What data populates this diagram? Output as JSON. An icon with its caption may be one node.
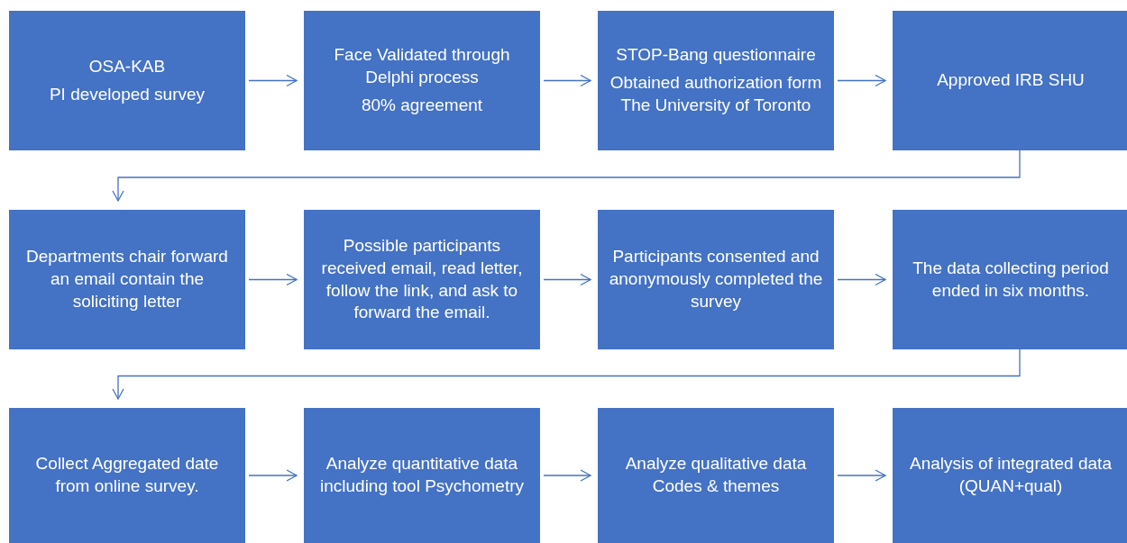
{
  "diagram": {
    "nodes": [
      {
        "text": [
          "OSA-KAB",
          "PI developed  survey"
        ]
      },
      {
        "text": [
          "Face Validated through Delphi process",
          "80% agreement"
        ]
      },
      {
        "text": [
          "STOP-Bang questionnaire",
          "Obtained authorization form The University of Toronto"
        ]
      },
      {
        "text": [
          "Approved IRB SHU"
        ]
      },
      {
        "text": [
          "Departments chair forward an email contain the soliciting letter"
        ]
      },
      {
        "text": [
          "Possible participants received email, read letter, follow the link, and ask to forward  the email."
        ]
      },
      {
        "text": [
          "Participants consented and anonymously completed the survey"
        ]
      },
      {
        "text": [
          "The data collecting period ended in six months."
        ]
      },
      {
        "text": [
          "Collect Aggregated date from online survey."
        ]
      },
      {
        "text": [
          "Analyze quantitative data  including tool Psychometry"
        ]
      },
      {
        "text": [
          "Analyze qualitative data Codes & themes"
        ]
      },
      {
        "text": [
          "Analysis of integrated data (QUAN+qual)"
        ]
      }
    ],
    "edges": [
      {
        "from": 0,
        "to": 1,
        "arrow": "to"
      },
      {
        "from": 1,
        "to": 2,
        "arrow": "to"
      },
      {
        "from": 2,
        "to": 3,
        "arrow": "to"
      },
      {
        "from": 3,
        "to": 4,
        "arrow": "to"
      },
      {
        "from": 4,
        "to": 5,
        "arrow": "to"
      },
      {
        "from": 5,
        "to": 6,
        "arrow": "to"
      },
      {
        "from": 6,
        "to": 7,
        "arrow": "to"
      },
      {
        "from": 7,
        "to": 8,
        "arrow": "to"
      },
      {
        "from": 8,
        "to": 9,
        "arrow": "to"
      },
      {
        "from": 9,
        "to": 10,
        "arrow": "to"
      },
      {
        "from": 10,
        "to": 11,
        "arrow": "to"
      }
    ]
  }
}
